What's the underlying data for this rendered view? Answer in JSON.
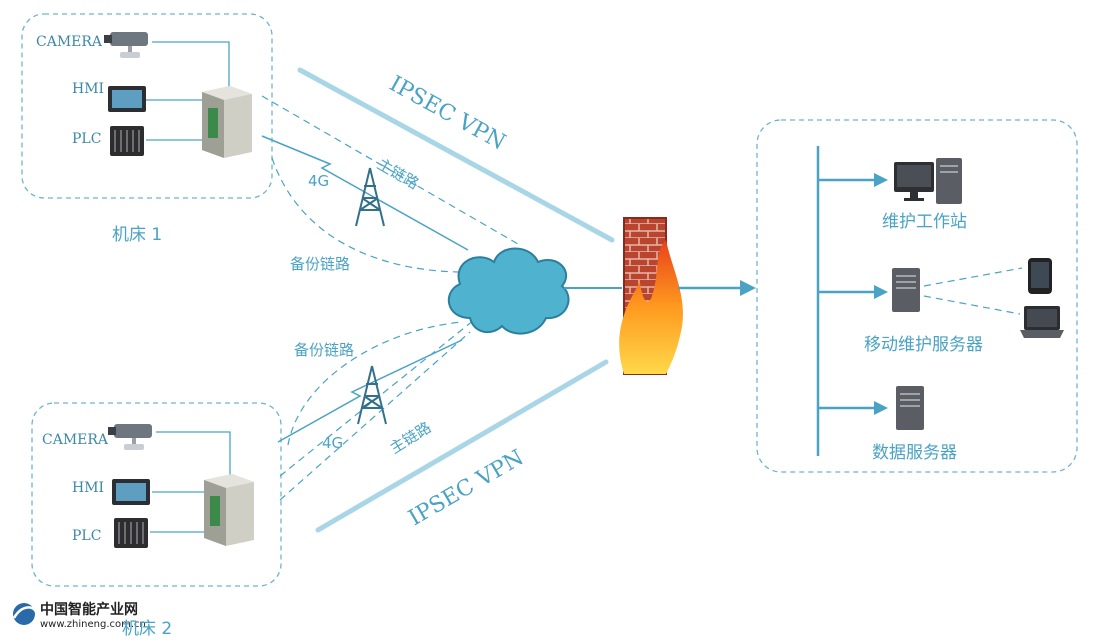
{
  "site1": {
    "name": "机床 1",
    "devices": [
      "CAMERA",
      "HMI",
      "PLC"
    ],
    "link_4g": "4G",
    "main_link": "主链路",
    "backup_link": "备份链路",
    "vpn": "IPSEC VPN"
  },
  "site2": {
    "name": "机床 2",
    "devices": [
      "CAMERA",
      "HMI",
      "PLC"
    ],
    "link_4g": "4G",
    "main_link": "主链路",
    "backup_link": "备份链路",
    "vpn": "IPSEC VPN"
  },
  "datacenter": {
    "items": [
      "维护工作站",
      "移动维护服务器",
      "数据服务器"
    ]
  },
  "watermark": {
    "name": "中国智能产业网",
    "url": "www.zhineng.com.cn"
  },
  "colors": {
    "line": "#4aa3c4",
    "box_border": "#6fb3cf",
    "cloud": "#4fb3cf",
    "firewall": "#b23a2a"
  }
}
